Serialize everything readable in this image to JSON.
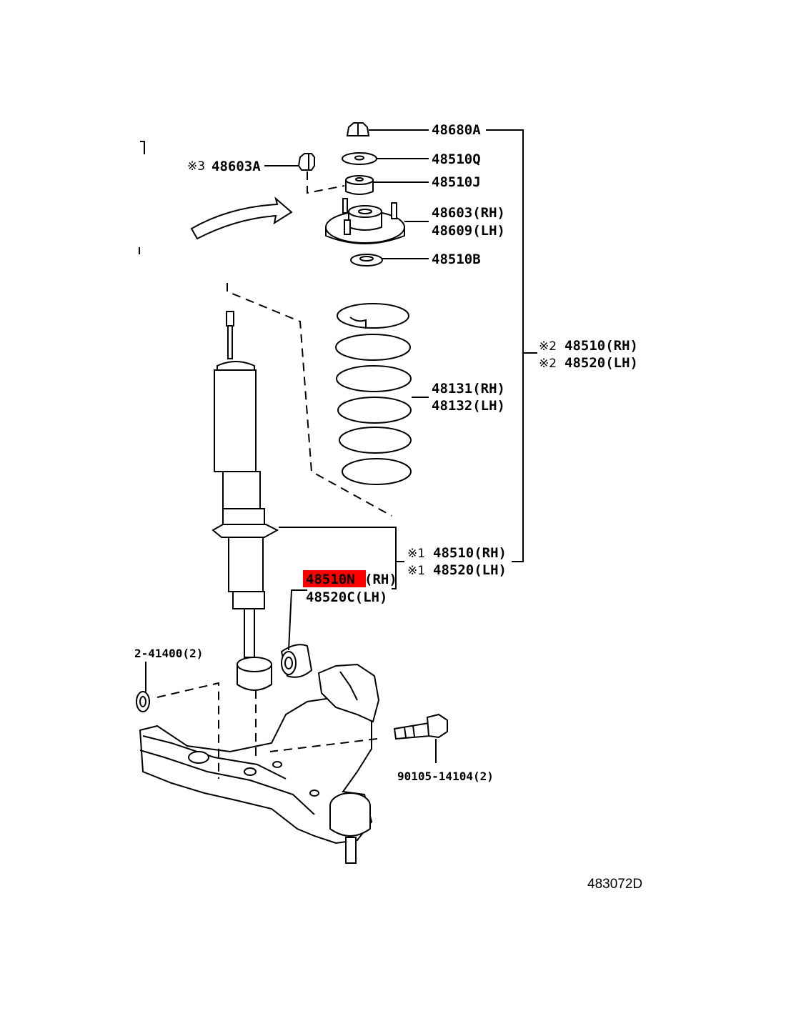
{
  "callouts": {
    "nut_top": "48680A",
    "retainer_upper": "48510Q",
    "bumper": "48510J",
    "nut_side": "48603A",
    "nut_side_mark": "※3",
    "support_rh": "48603(RH)",
    "support_lh": "48609(LH)",
    "insulator": "48510B",
    "assy2_mark": "※2",
    "assy2_rh": "48510(RH)",
    "assy2_lh": "48520(LH)",
    "spring_rh": "48131(RH)",
    "spring_lh": "48132(LH)",
    "assy1_mark": "※1",
    "assy1_rh": "48510(RH)",
    "assy1_lh": "48520(LH)",
    "absorber_rh_code": "48510N",
    "absorber_rh_side": "(RH)",
    "absorber_lh": "48520C(LH)",
    "bolt_left": "2-41400(2)",
    "bolt_right": "90105-14104(2)",
    "figure_ref": "483072D"
  },
  "colors": {
    "highlight": "#ff0000",
    "ink": "#000000"
  },
  "icons": [
    "nut-icon",
    "retainer-icon",
    "bumper-icon",
    "support-icon",
    "insulator-icon",
    "coil-spring-icon",
    "shock-absorber-icon",
    "bushing-icon",
    "bolt-icon",
    "lower-arm-icon",
    "curved-arrow-icon"
  ]
}
